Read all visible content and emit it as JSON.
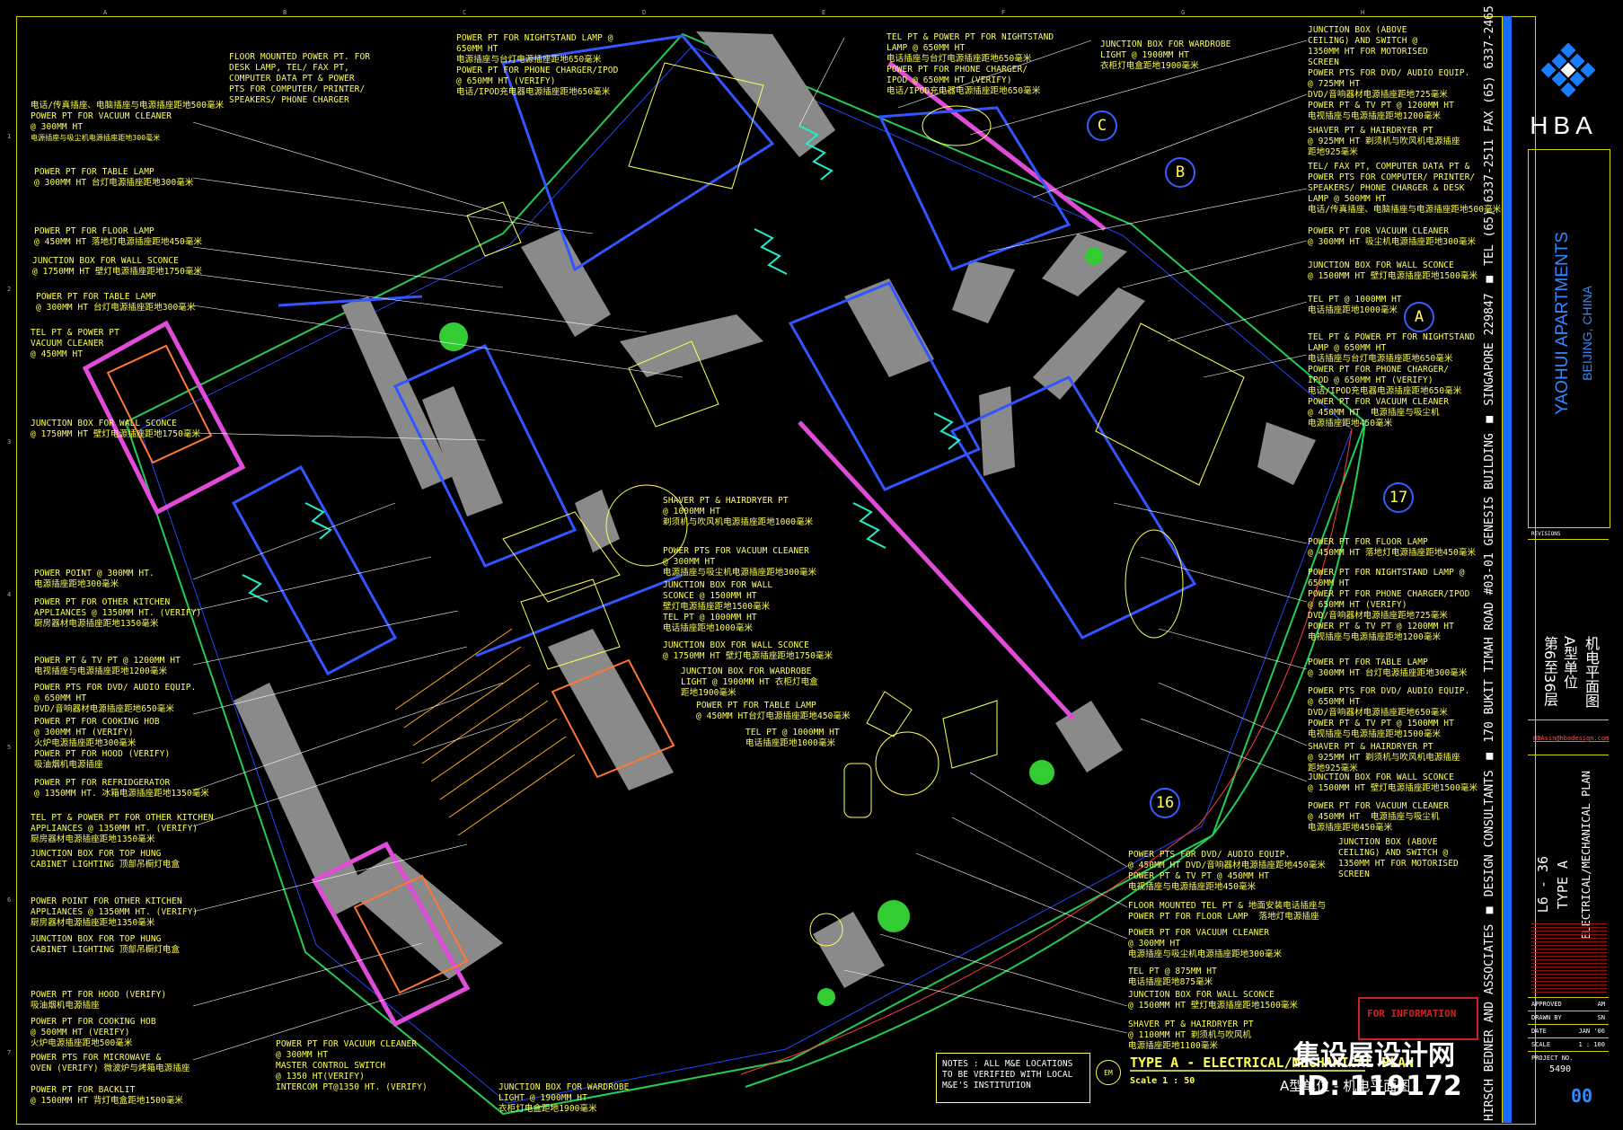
{
  "sheet": {
    "title_en": "TYPE A - ELECTRICAL/MECHANICAL PLAN",
    "title_cn": "A型单位 - 机电平面图",
    "scale": "Scale 1 : 50",
    "scale_tag": "EM",
    "notes": "NOTES : ALL M&E LOCATIONS\nTO BE VERIFIED WITH LOCAL\nM&E'S INSTITUTION",
    "stamp": "FOR INFORMATION"
  },
  "title_block": {
    "brand": "HBA",
    "project_name": "YAOHUI APARTMENTS",
    "project_location": "BEIJING, CHINA",
    "firm_strip": "HIRSCH BEDNER AND ASSOCIATES  ■ DESIGN CONSULTANTS  ■ 170 BUKIT TIMAH ROAD #03-01 GENESIS BUILDING  ■ SINGAPORE 229847  ■ TEL (65) 6337-2511  FAX (65) 6337-2465",
    "revisions_label": "REVISIONS",
    "drawing_cn_1": "第6至36层",
    "drawing_cn_2": "A型单位",
    "drawing_cn_3": "机电平面图",
    "email": "HBAsin@hbadesign.com",
    "level_code": "L6 - 36",
    "type_code": "TYPE A",
    "drawing_type": "ELECTRICAL/MECHANICAL PLAN",
    "approved_label": "APPROVED",
    "approved_value": "AM",
    "drawn_label": "DRAWN BY",
    "drawn_value": "SN",
    "date_label": "DATE",
    "date_value": "JAN '06",
    "scale_label": "SCALE",
    "scale_value": "1 : 100",
    "project_no_label": "PROJECT NO.",
    "project_no_value": "5490",
    "sheet_no": "00"
  },
  "watermark": {
    "site": "集设屋设计网",
    "id": "ID: 119172"
  },
  "grid_columns": [
    "A",
    "B",
    "C",
    "D",
    "E",
    "F",
    "G",
    "H"
  ],
  "grid_rows": [
    "1",
    "2",
    "3",
    "4",
    "5",
    "6",
    "7"
  ],
  "bubbles": [
    "C",
    "B",
    "A",
    "17",
    "16"
  ],
  "left_notes": [
    {
      "en": "电话/传真插座、电脑插座与电源插座距地500毫米\nPOWER PT FOR VACUUM CLEANER\n@ 300MM HT",
      "cn": "电源插座与吸尘机电源插座距地300毫米"
    },
    {
      "en": "POWER PT FOR TABLE LAMP\n@ 300MM HT 台灯电源插座距地300毫米",
      "cn": ""
    },
    {
      "en": "POWER PT FOR FLOOR LAMP\n@ 450MM HT 落地灯电源插座距地450毫米",
      "cn": ""
    },
    {
      "en": "JUNCTION BOX FOR WALL SCONCE\n@ 1750MM HT 壁灯电源插座距地1750毫米",
      "cn": ""
    },
    {
      "en": "POWER PT FOR TABLE LAMP\n@ 300MM HT 台灯电源插座距地300毫米",
      "cn": ""
    },
    {
      "en": "TEL PT & POWER PT\nVACUUM CLEANER\n@ 450MM HT",
      "cn": ""
    },
    {
      "en": "JUNCTION BOX FOR WALL SCONCE\n@ 1750MM HT 壁灯电源插座距地1750毫米",
      "cn": ""
    },
    {
      "en": "POWER POINT @ 300MM HT.\n电源插座距地300毫米",
      "cn": ""
    },
    {
      "en": "POWER PT FOR OTHER KITCHEN\nAPPLIANCES @ 1350MM HT. (VERIFY)\n厨房器材电源插座距地1350毫米",
      "cn": ""
    },
    {
      "en": "POWER PT & TV PT @ 1200MM HT\n电视插座与电源插座距地1200毫米",
      "cn": ""
    },
    {
      "en": "POWER PTS FOR DVD/ AUDIO EQUIP.\n@ 650MM HT\nDVD/音响器材电源插座距地650毫米",
      "cn": ""
    },
    {
      "en": "POWER PT FOR COOKING HOB\n@ 300MM HT (VERIFY)\n火炉电源插座距地300毫米",
      "cn": ""
    },
    {
      "en": "POWER PT FOR HOOD (VERIFY)\n吸油烟机电源插座",
      "cn": ""
    },
    {
      "en": "POWER PT FOR REFRIDGERATOR\n@ 1350MM HT. 冰箱电源插座距地1350毫米",
      "cn": ""
    },
    {
      "en": "TEL PT & POWER PT FOR OTHER KITCHEN\nAPPLIANCES @ 1350MM HT. (VERIFY)\n厨房器材电源插座距地1350毫米",
      "cn": ""
    },
    {
      "en": "JUNCTION BOX FOR TOP HUNG\nCABINET LIGHTING 顶部吊橱灯电盒",
      "cn": ""
    },
    {
      "en": "POWER POINT FOR OTHER KITCHEN\nAPPLIANCES @ 1350MM HT. (VERIFY)\n厨房器材电源插座距地1350毫米",
      "cn": ""
    },
    {
      "en": "JUNCTION BOX FOR TOP HUNG\nCABINET LIGHTING 顶部吊橱灯电盒",
      "cn": ""
    },
    {
      "en": "POWER PT FOR HOOD (VERIFY)\n吸油烟机电源插座",
      "cn": ""
    },
    {
      "en": "POWER PT FOR COOKING HOB\n@ 500MM HT (VERIFY)\n火炉电源插座距地500毫米",
      "cn": ""
    },
    {
      "en": "POWER PTS FOR MICROWAVE &\nOVEN (VERIFY) 微波炉与烤箱电源插座",
      "cn": ""
    },
    {
      "en": "POWER PT FOR BACKLIT\n@ 1500MM HT 背灯电盒距地1500毫米",
      "cn": ""
    }
  ],
  "top_notes": [
    {
      "en": "FLOOR MOUNTED POWER PT. FOR\nDESK LAMP, TEL/ FAX PT,\nCOMPUTER DATA PT & POWER\nPTS FOR COMPUTER/ PRINTER/\nSPEAKERS/ PHONE CHARGER"
    },
    {
      "en": "POWER PT FOR NIGHTSTAND LAMP @\n650MM HT\n电源插座与台灯电源插座距地650毫米\nPOWER PT FOR PHONE CHARGER/IPOD\n@ 650MM HT (VERIFY)\n电话/IPOD充电器电源插座距地650毫米"
    },
    {
      "en": "TEL PT & POWER PT FOR NIGHTSTAND\nLAMP @ 650MM HT\n电话插座与台灯电源插座距地650毫米\nPOWER PT FOR PHONE CHARGER/\nIPOD @ 650MM HT (VERIFY)\n电话/IPOD充电器电源插座距地650毫米"
    },
    {
      "en": "JUNCTION BOX FOR WARDROBE\nLIGHT @ 1900MM HT\n衣柜灯电盒距地1900毫米"
    }
  ],
  "right_notes": [
    {
      "en": "JUNCTION BOX (ABOVE\nCEILING) AND SWITCH @\n1350MM HT FOR MOTORISED\nSCREEN"
    },
    {
      "en": "POWER PTS FOR DVD/ AUDIO EQUIP.\n@ 725MM HT\nDVD/音响器材电源插座距地725毫米\nPOWER PT & TV PT @ 1200MM HT\n电视插座与电源插座距地1200毫米"
    },
    {
      "en": "SHAVER PT & HAIRDRYER PT\n@ 925MM HT 剃须机与吹风机电源插座\n距地925毫米"
    },
    {
      "en": "TEL/ FAX PT, COMPUTER DATA PT &\nPOWER PTS FOR COMPUTER/ PRINTER/\nSPEAKERS/ PHONE CHARGER & DESK\nLAMP @ 500MM HT\n电话/传真插座、电脑插座与电源插座距地500毫米"
    },
    {
      "en": "POWER PT FOR VACUUM CLEANER\n@ 300MM HT 吸尘机电源插座距地300毫米"
    },
    {
      "en": "JUNCTION BOX FOR WALL SCONCE\n@ 1500MM HT 壁灯电源插座距地1500毫米"
    },
    {
      "en": "TEL PT @ 1000MM HT\n电话插座距地1000毫米"
    },
    {
      "en": "TEL PT & POWER PT FOR NIGHTSTAND\nLAMP @ 650MM HT\n电话插座与台灯电源插座距地650毫米\nPOWER PT FOR PHONE CHARGER/\nIPOD @ 650MM HT (VERIFY)\n电话/IPOD充电器电源插座距地650毫米\nPOWER PT FOR VACUUM CLEANER\n@ 450MM HT  电源插座与吸尘机\n电源插座距地450毫米"
    },
    {
      "en": "POWER PT FOR FLOOR LAMP\n@ 450MM HT 落地灯电源插座距地450毫米"
    },
    {
      "en": "POWER PT FOR NIGHTSTAND LAMP @\n650MM HT\nPOWER PT FOR PHONE CHARGER/IPOD\n@ 650MM HT (VERIFY)\nDVD/音响器材电源插座距地725毫米\nPOWER PT & TV PT @ 1200MM HT\n电视插座与电源插座距地1200毫米"
    },
    {
      "en": "POWER PT FOR TABLE LAMP\n@ 300MM HT 台灯电源插座距地300毫米"
    },
    {
      "en": "POWER PTS FOR DVD/ AUDIO EQUIP.\n@ 650MM HT\nDVD/音响器材电源插座距地650毫米\nPOWER PT & TV PT @ 1500MM HT\n电视插座与电源插座距地1500毫米"
    },
    {
      "en": "SHAVER PT & HAIRDRYER PT\n@ 925MM HT 剃须机与吹风机电源插座\n距地925毫米"
    },
    {
      "en": "JUNCTION BOX FOR WALL SCONCE\n@ 1500MM HT 壁灯电源插座距地1500毫米"
    },
    {
      "en": "POWER PT FOR VACUUM CLEANER\n@ 450MM HT  电源插座与吸尘机\n电源插座距地450毫米"
    },
    {
      "en": "JUNCTION BOX (ABOVE\nCEILING) AND SWITCH @\n1350MM HT FOR MOTORISED\nSCREEN"
    }
  ],
  "center_notes": [
    {
      "en": "SHAVER PT & HAIRDRYER PT\n@ 1000MM HT\n剃须机与吹风机电源插座距地1000毫米"
    },
    {
      "en": "POWER PTS FOR VACUUM CLEANER\n@ 300MM HT\n电源插座与吸尘机电源插座距地300毫米"
    },
    {
      "en": "JUNCTION BOX FOR WALL\nSCONCE @ 1500MM HT\n壁灯电源插座距地1500毫米\nTEL PT @ 1000MM HT\n电话插座距地1000毫米"
    },
    {
      "en": "JUNCTION BOX FOR WALL SCONCE\n@ 1750MM HT 壁灯电源插座距地1750毫米"
    },
    {
      "en": "JUNCTION BOX FOR WARDROBE\nLIGHT @ 1900MM HT 衣柜灯电盒\n距地1900毫米"
    },
    {
      "en": "POWER PT FOR TABLE LAMP\n@ 450MM HT台灯电源插座距地450毫米"
    },
    {
      "en": "TEL PT @ 1000MM HT\n电话插座距地1000毫米"
    }
  ],
  "bottom_notes": [
    {
      "en": "POWER PTS FOR DVD/ AUDIO EQUIP.\n@ 450MM HT DVD/音响器材电源插座距地450毫米\nPOWER PT & TV PT @ 450MM HT\n电视插座与电源插座距地450毫米"
    },
    {
      "en": "FLOOR MOUNTED TEL PT & 地面安装电话插座与\nPOWER PT FOR FLOOR LAMP  落地灯电源插座"
    },
    {
      "en": "POWER PT FOR VACUUM CLEANER\n@ 300MM HT\n电源插座与吸尘机电源插座距地300毫米"
    },
    {
      "en": "TEL PT @ 875MM HT\n电话插座距地875毫米"
    },
    {
      "en": "JUNCTION BOX FOR WALL SCONCE\n@ 1500MM HT 壁灯电源插座距地1500毫米"
    },
    {
      "en": "SHAVER PT & HAIRDRYER PT\n@ 1100MM HT 剃须机与吹风机\n电源插座距地1100毫米"
    },
    {
      "en": "POWER PT FOR VACUUM CLEANER\n@ 300MM HT\nMASTER CONTROL SWITCH\n@ 1350 HT(VERIFY)\nINTERCOM PT@1350 HT. (VERIFY)"
    },
    {
      "en": "JUNCTION BOX FOR WARDROBE\nLIGHT @ 1900MM HT\n衣柜灯电盒距地1900毫米"
    }
  ]
}
